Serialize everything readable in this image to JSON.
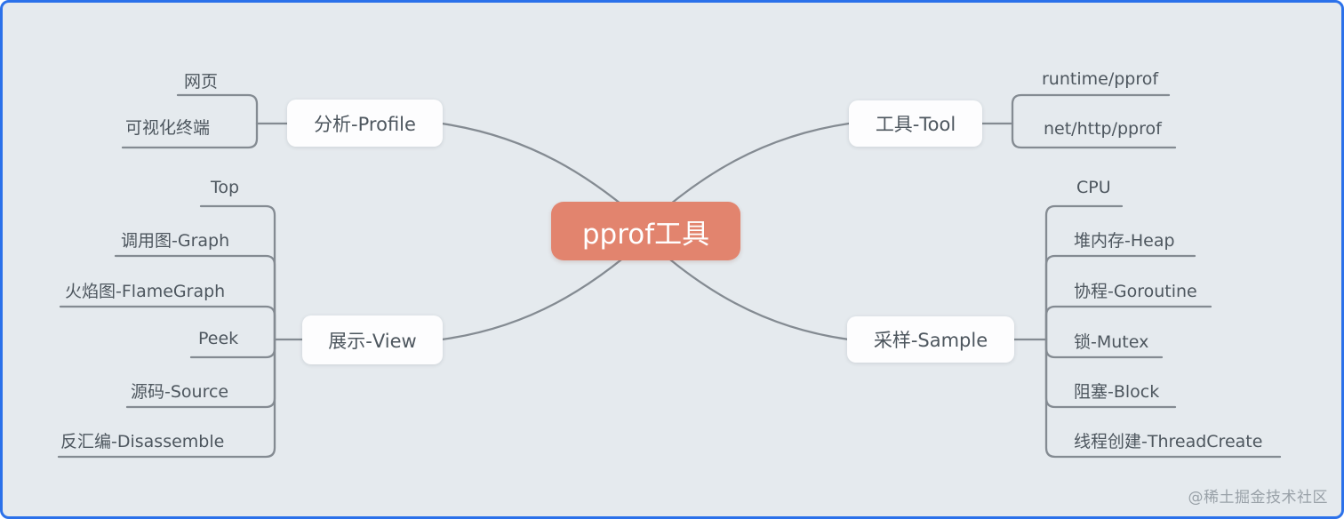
{
  "canvas": {
    "background_color": "#e5eaee",
    "frame_color": "#2b71ea",
    "connector_color": "#848b92"
  },
  "watermark": "@稀土掘金技术社区",
  "mindmap": {
    "root": {
      "label": "pprof工具",
      "fill_color": "#e2846e",
      "text_color": "#ffffff"
    },
    "branches": [
      {
        "id": "profile",
        "label": "分析-Profile",
        "side": "left",
        "children": [
          "网页",
          "可视化终端"
        ]
      },
      {
        "id": "view",
        "label": "展示-View",
        "side": "left",
        "children": [
          "Top",
          "调用图-Graph",
          "火焰图-FlameGraph",
          "Peek",
          "源码-Source",
          "反汇编-Disassemble"
        ]
      },
      {
        "id": "tool",
        "label": "工具-Tool",
        "side": "right",
        "children": [
          "runtime/pprof",
          "net/http/pprof"
        ]
      },
      {
        "id": "sample",
        "label": "采样-Sample",
        "side": "right",
        "children": [
          "CPU",
          "堆内存-Heap",
          "协程-Goroutine",
          "锁-Mutex",
          "阻塞-Block",
          "线程创建-ThreadCreate"
        ]
      }
    ]
  }
}
